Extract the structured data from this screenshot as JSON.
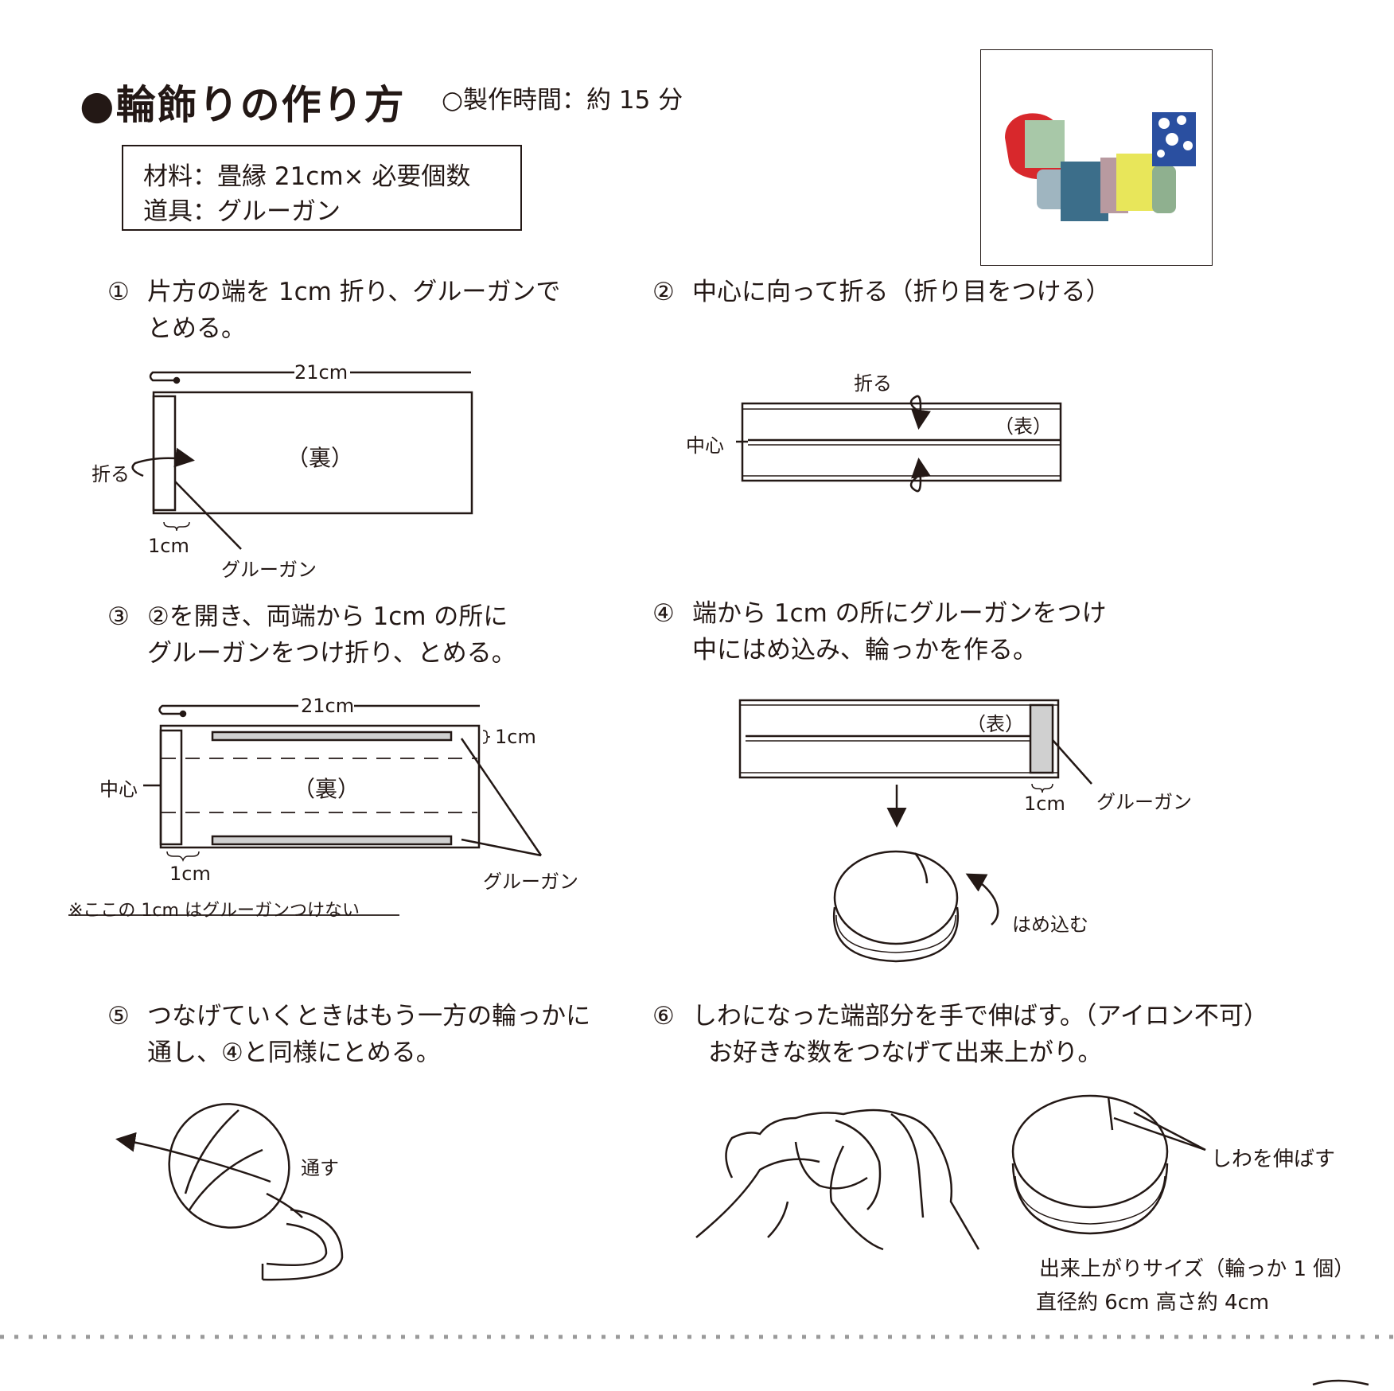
{
  "header": {
    "title": "●輪飾りの作り方",
    "time": "○製作時間：約 15 分"
  },
  "materials": {
    "line1": "材料：畳縁 21cm× 必要個数",
    "line2": "道具：グルーガン"
  },
  "steps": [
    {
      "num": "①",
      "line1": "片方の端を 1cm 折り、グルーガンで",
      "line2": "とめる。"
    },
    {
      "num": "②",
      "line1": "中心に向って折る（折り目をつける）",
      "line2": ""
    },
    {
      "num": "③",
      "line1": "②を開き、両端から 1cm の所に",
      "line2": "グルーガンをつけ折り、とめる。"
    },
    {
      "num": "④",
      "line1": "端から 1cm の所にグルーガンをつけ",
      "line2": "中にはめ込み、輪っかを作る。"
    },
    {
      "num": "⑤",
      "line1": "つなげていくときはもう一方の輪っかに",
      "line2": "通し、④と同様にとめる。"
    },
    {
      "num": "⑥",
      "line1": "しわになった端部分を手で伸ばす。（アイロン不可）",
      "line2": "お好きな数をつなげて出来上がり。"
    }
  ],
  "labels": {
    "len_21": "21cm",
    "fold": "折る",
    "back": "（裏）",
    "front": "（表）",
    "one_cm": "1cm",
    "glue": "グルーガン",
    "center": "中心",
    "note": "※ここの 1cm はグルーガンつけない",
    "fit_in": "はめ込む",
    "pass": "通す",
    "smooth": "しわを伸ばす",
    "size_title": "出来上がりサイズ（輪っか 1 個）",
    "size_value": "直径約 6cm 高さ約 4cm"
  },
  "colors": {
    "ink": "#231815",
    "glue_fill": "#d0d0d0",
    "photo_ring_red": "#d8282c",
    "photo_ring_green": "#a8c8a8",
    "photo_ring_blue": "#3c6e8a",
    "photo_ring_yellow": "#e8e65a",
    "photo_ring_dots": "#2a4fa0"
  }
}
